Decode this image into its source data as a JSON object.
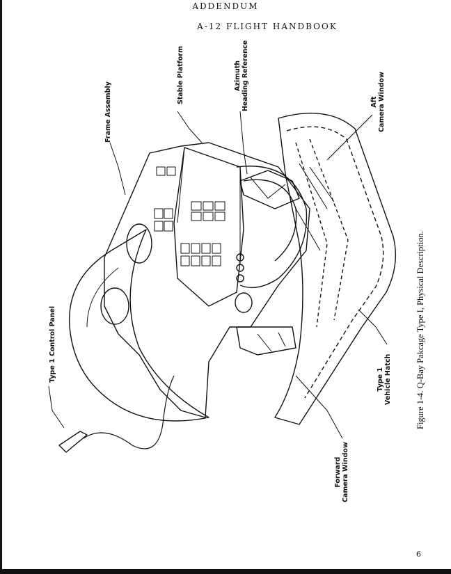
{
  "header": {
    "addendum": "ADDENDUM",
    "handbook": "A-12 FLIGHT HANDBOOK"
  },
  "labels": {
    "frame_assembly": "Frame Assembly",
    "stable_platform": "Stable Platform",
    "azimuth_line1": "Azimuth",
    "azimuth_line2": "Heading Reference",
    "aft_line1": "Aft",
    "aft_line2": "Camera Window",
    "control_panel": "Type 1 Control Panel",
    "forward_line1": "Forward",
    "forward_line2": "Camera Window",
    "hatch_line1": "Type 1",
    "hatch_line2": "Vehicle Hatch"
  },
  "caption": "Figure 1-4.  Q-Bay Pakcage Type I, Physical Description.",
  "page_number": "6"
}
